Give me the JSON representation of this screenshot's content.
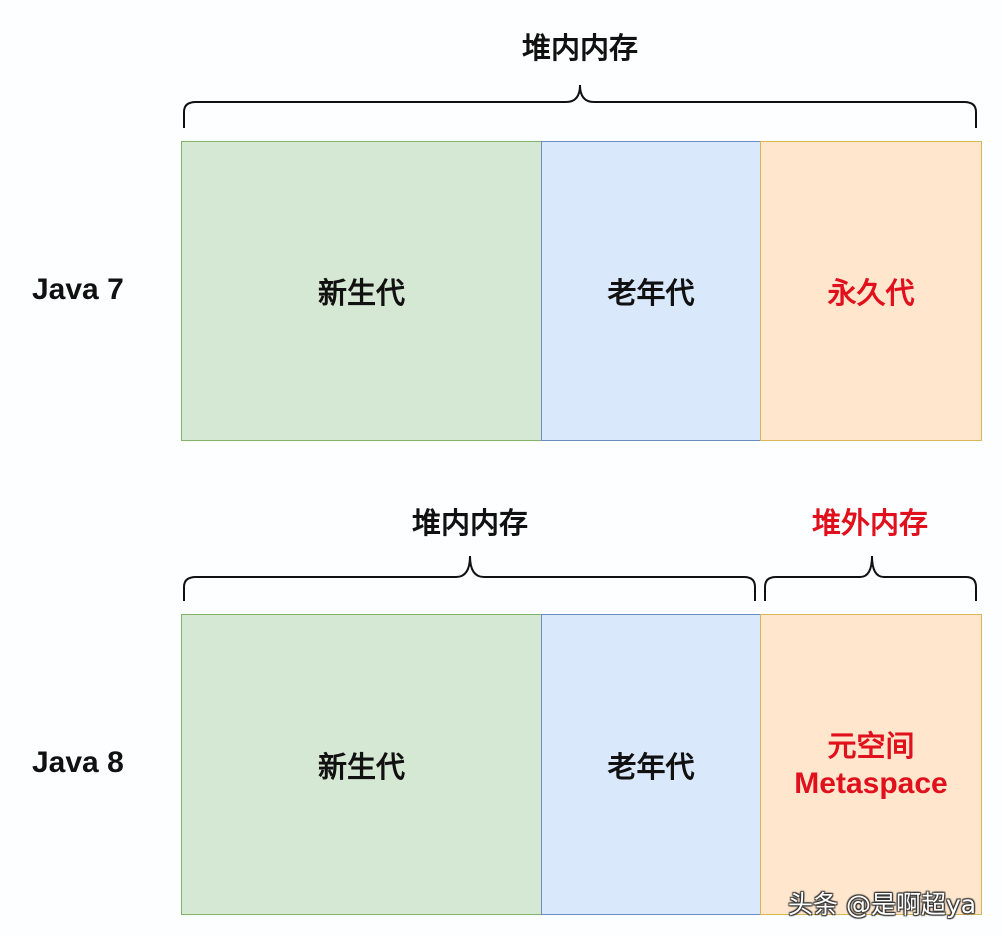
{
  "diagram": {
    "java7": {
      "row_label": "Java 7",
      "brace_labels": [
        {
          "text": "堆内内存",
          "color": "#111111"
        }
      ],
      "segments": [
        {
          "label": "新生代",
          "fill": "#d5e8d4",
          "stroke": "#82b366",
          "text_color": "#111111"
        },
        {
          "label": "老年代",
          "fill": "#dae8fc",
          "stroke": "#6c8ebf",
          "text_color": "#111111"
        },
        {
          "label": "永久代",
          "fill": "#ffe6cc",
          "stroke": "#d6b656",
          "text_color": "#e0101c"
        }
      ]
    },
    "java8": {
      "row_label": "Java 8",
      "brace_labels": [
        {
          "text": "堆内内存",
          "color": "#111111"
        },
        {
          "text": "堆外内存",
          "color": "#e0101c"
        }
      ],
      "segments": [
        {
          "label": "新生代",
          "fill": "#d5e8d4",
          "stroke": "#82b366",
          "text_color": "#111111"
        },
        {
          "label": "老年代",
          "fill": "#dae8fc",
          "stroke": "#6c8ebf",
          "text_color": "#111111"
        },
        {
          "label": "元空间",
          "label_en": "Metaspace",
          "fill": "#ffe6cc",
          "stroke": "#d6b656",
          "text_color": "#e0101c"
        }
      ]
    }
  },
  "watermark": "头条 @是啊超ya"
}
